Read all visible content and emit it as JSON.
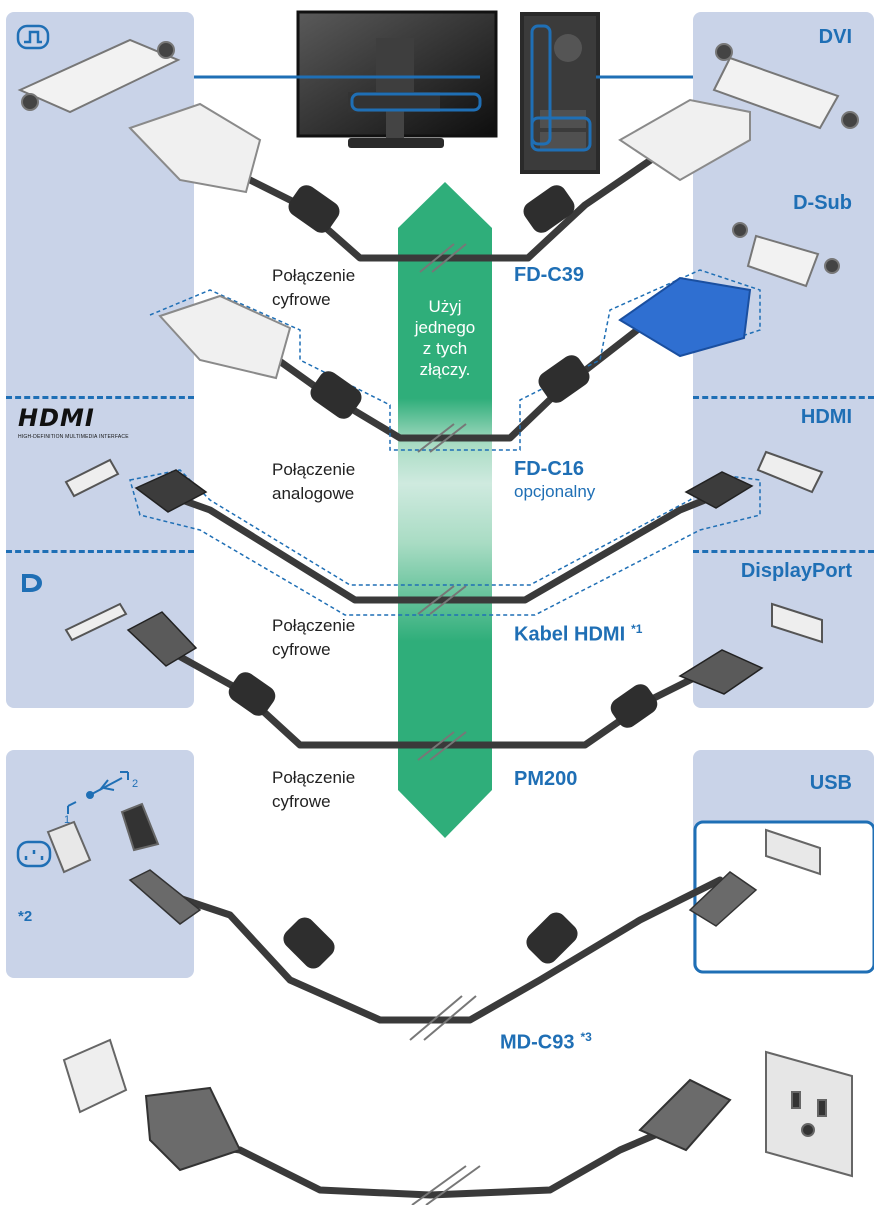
{
  "ports_right": {
    "dvi": "DVI",
    "dsub": "D-Sub",
    "hdmi": "HDMI",
    "displayport": "DisplayPort",
    "usb": "USB"
  },
  "hdmi_logo": {
    "text": "HDMI",
    "subtitle": "HIGH-DEFINITION MULTIMEDIA INTERFACE"
  },
  "arrow_text": [
    "Użyj",
    "jednego",
    "z tych",
    "złączy."
  ],
  "connections": [
    {
      "type_lines": [
        "Połączenie",
        "cyfrowe"
      ],
      "cable": "FD-C39",
      "note": ""
    },
    {
      "type_lines": [
        "Połączenie",
        "analogowe"
      ],
      "cable": "FD-C16",
      "optional": "opcjonalny",
      "note": ""
    },
    {
      "type_lines": [
        "Połączenie",
        "cyfrowe"
      ],
      "cable": "Kabel HDMI",
      "note": "*1"
    },
    {
      "type_lines": [
        "Połączenie",
        "cyfrowe"
      ],
      "cable": "PM200",
      "note": ""
    }
  ],
  "usb_cable": {
    "cable": "MD-C93",
    "note": "*3"
  },
  "usb_left_note": "*2",
  "usb_port_numbers": [
    "1",
    "2"
  ],
  "colors": {
    "panel": "#c9d3e8",
    "accent_blue": "#1f6fb5",
    "arrow_green": "#2fae7a",
    "cable": "#3a3a3a"
  }
}
